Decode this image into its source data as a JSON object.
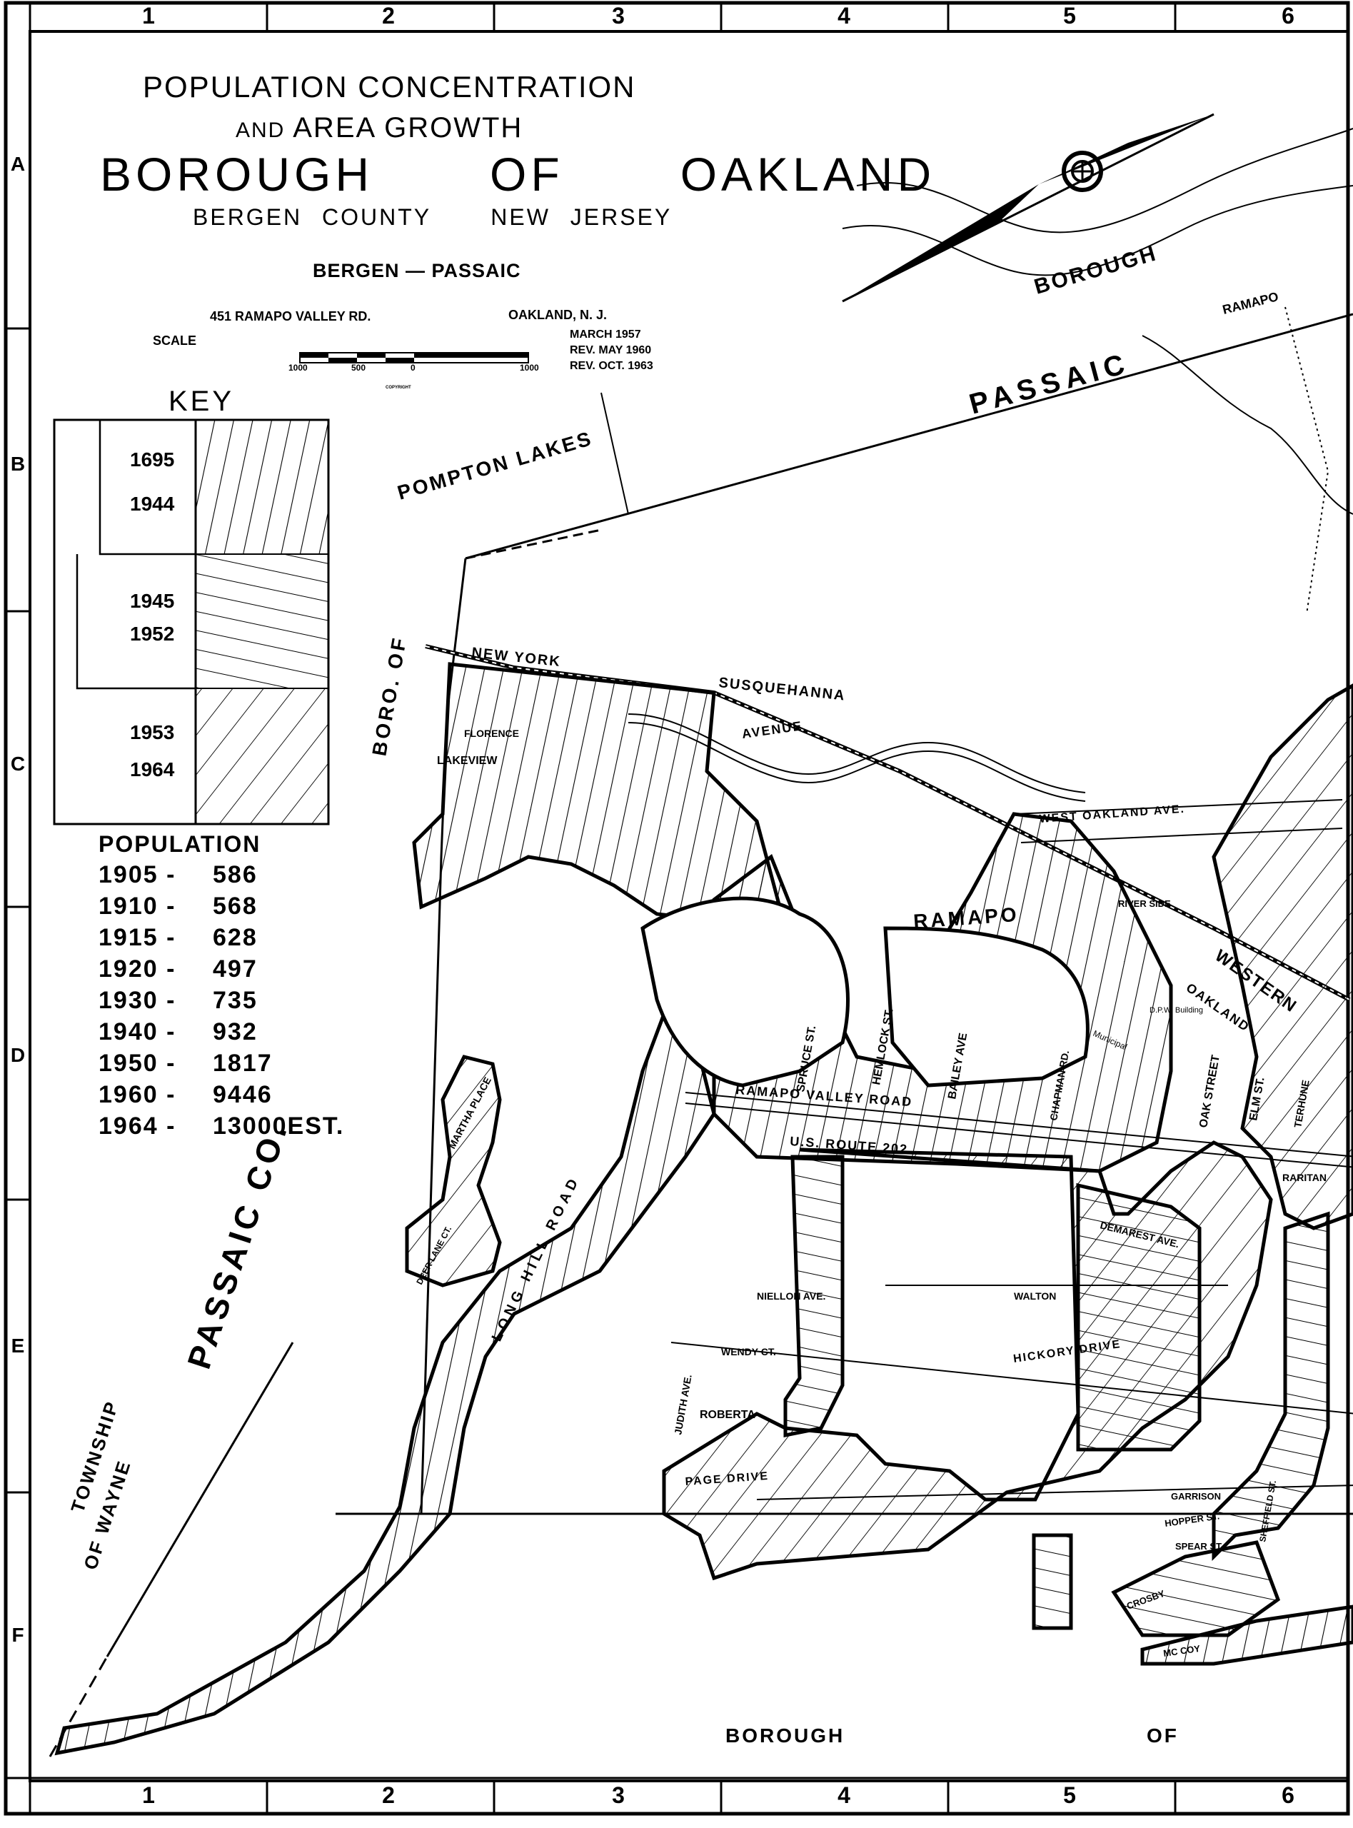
{
  "title": {
    "line1": "POPULATION CONCENTRATION",
    "line2_small": "AND",
    "line2": "AREA GROWTH",
    "line3": "BOROUGH   OF   OAKLAND",
    "line4": "BERGEN COUNTY   NEW JERSEY"
  },
  "publisher": {
    "name": "BERGEN — PASSAIC",
    "address": "451 RAMAPO VALLEY RD.",
    "town": "OAKLAND, N. J.",
    "dates": [
      "MARCH 1957",
      "REV. MAY 1960",
      "REV. OCT. 1963"
    ],
    "scale_label": "SCALE",
    "scale_ticks": [
      "1000",
      "500",
      "0",
      "1000"
    ],
    "copyright": "COPYRIGHT"
  },
  "grid": {
    "columns": [
      "1",
      "2",
      "3",
      "4",
      "5",
      "6"
    ],
    "rows": [
      "A",
      "B",
      "C",
      "D",
      "E",
      "F"
    ]
  },
  "key": {
    "title": "KEY",
    "entries": [
      {
        "from": "1695",
        "to": "1944",
        "hatch": "steep-vertical"
      },
      {
        "from": "1945",
        "to": "1952",
        "hatch": "horizontal"
      },
      {
        "from": "1953",
        "to": "1964",
        "hatch": "diagonal"
      }
    ]
  },
  "population": {
    "title": "POPULATION",
    "rows": [
      {
        "year": "1905 -",
        "value": "586"
      },
      {
        "year": "1910 -",
        "value": "568"
      },
      {
        "year": "1915 -",
        "value": "628"
      },
      {
        "year": "1920 -",
        "value": "497"
      },
      {
        "year": "1930 -",
        "value": "735"
      },
      {
        "year": "1940 -",
        "value": "932"
      },
      {
        "year": "1950 -",
        "value": "1817"
      },
      {
        "year": "1960 -",
        "value": "9446"
      },
      {
        "year": "1964 -",
        "value": "13000EST."
      }
    ]
  },
  "map_labels": {
    "pompton_lakes": "POMPTON LAKES",
    "passaic": "PASSAIC",
    "borough_top": "BOROUGH",
    "ramapo_top": "RAMAPO",
    "boro_of": "BORO. OF",
    "new_york": "NEW YORK",
    "susquehanna": "SUSQUEHANNA",
    "avenue": "AVENUE",
    "ramapo_river": "RAMAPO",
    "route_202": "U.S. ROUTE 202",
    "ramapo_valley_road": "RAMAPO VALLEY ROAD",
    "passaic_co": "PASSAIC CO.",
    "township": "TOWNSHIP",
    "of_wayne": "OF WAYNE",
    "borough_bottom": "BOROUGH",
    "of_bottom": "OF",
    "west_oakland": "WEST OAKLAND AVE.",
    "page_drive": "PAGE DRIVE",
    "hickory_drive": "HICKORY DRIVE",
    "western": "WESTERN",
    "oakland": "OAKLAND",
    "hemlock": "HEMLOCK ST.",
    "spruce": "SPRUCE ST.",
    "bailey": "BAILEY AVE",
    "chapman": "CHAPMAN RD.",
    "oak_street": "OAK STREET",
    "elm_st": "ELM ST.",
    "terhune": "TERHUNE",
    "long_hill_road": "LONG HILL ROAD",
    "roberta": "ROBERTA",
    "wendy_ct": "WENDY CT.",
    "judith_ave": "JUDITH AVE.",
    "niellon_ave": "NIELLON AVE.",
    "walton": "WALTON",
    "demarest_ave": "DEMAREST AVE.",
    "garrison": "GARRISON",
    "hopper_st": "HOPPER ST.",
    "spear_st": "SPEAR ST.",
    "crosby": "CROSBY",
    "mc_coy": "MC COY",
    "dpw_building": "D.P.W. Building",
    "municipal": "Municipal",
    "lakeview": "LAKEVIEW",
    "florence": "FLORENCE",
    "riverside": "RIVER SIDE",
    "raritan": "RARITAN",
    "martha_place": "MARTHA PLACE",
    "deer_lane": "DEER LANE CT.",
    "sheffield": "SHEFFIELD ST."
  }
}
